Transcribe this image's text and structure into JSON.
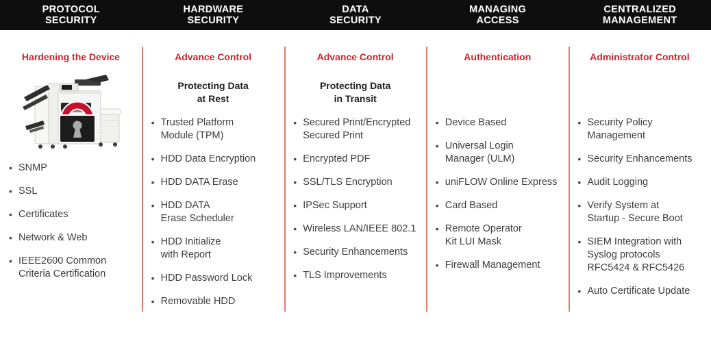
{
  "colors": {
    "header_bg": "#0e0e0e",
    "header_text": "#ffffff",
    "accent_red": "#d1232a",
    "divider": "#e37b6f",
    "body_text": "#3d3d3d",
    "subtitle_text": "#1d1d1b",
    "lock_red": "#c8102e"
  },
  "columns": [
    {
      "id": "protocol-security",
      "header_lines": [
        "PROTOCOL",
        "SECURITY"
      ],
      "title": "Hardening the Device",
      "subtitle_lines": [],
      "image": "printer-with-security-lock-icon",
      "items": [
        {
          "lines": [
            "SNMP"
          ]
        },
        {
          "lines": [
            "SSL"
          ]
        },
        {
          "lines": [
            "Certificates"
          ]
        },
        {
          "lines": [
            "Network & Web"
          ]
        },
        {
          "lines": [
            "IEEE2600 Common",
            "Criteria Certification"
          ]
        }
      ]
    },
    {
      "id": "hardware-security",
      "header_lines": [
        "HARDWARE",
        "SECURITY"
      ],
      "title": "Advance Control",
      "subtitle_lines": [
        "Protecting Data",
        "at Rest"
      ],
      "image": null,
      "items": [
        {
          "lines": [
            "Trusted Platform",
            "Module (TPM)"
          ]
        },
        {
          "lines": [
            "HDD Data Encryption"
          ]
        },
        {
          "lines": [
            "HDD DATA Erase"
          ]
        },
        {
          "lines": [
            "HDD DATA",
            "Erase Scheduler"
          ]
        },
        {
          "lines": [
            "HDD Initialize",
            "with Report"
          ]
        },
        {
          "lines": [
            "HDD Password Lock"
          ]
        },
        {
          "lines": [
            "Removable HDD"
          ]
        }
      ]
    },
    {
      "id": "data-security",
      "header_lines": [
        "DATA",
        "SECURITY"
      ],
      "title": "Advance Control",
      "subtitle_lines": [
        "Protecting Data",
        "in Transit"
      ],
      "image": null,
      "items": [
        {
          "lines": [
            "Secured Print/Encrypted",
            "Secured Print"
          ]
        },
        {
          "lines": [
            "Encrypted PDF"
          ]
        },
        {
          "lines": [
            "SSL/TLS Encryption"
          ]
        },
        {
          "lines": [
            "IPSec Support"
          ]
        },
        {
          "lines": [
            "Wireless LAN/IEEE 802.1"
          ]
        },
        {
          "lines": [
            "Security Enhancements"
          ]
        },
        {
          "lines": [
            "TLS Improvements"
          ]
        }
      ]
    },
    {
      "id": "managing-access",
      "header_lines": [
        "MANAGING",
        "ACCESS"
      ],
      "title": "Authentication",
      "subtitle_lines": [],
      "image": null,
      "items": [
        {
          "lines": [
            "Device Based"
          ]
        },
        {
          "lines": [
            "Universal Login",
            "Manager (ULM)"
          ]
        },
        {
          "lines": [
            "uniFLOW Online Express"
          ]
        },
        {
          "lines": [
            "Card Based"
          ]
        },
        {
          "lines": [
            "Remote Operator",
            "Kit LUI Mask"
          ]
        },
        {
          "lines": [
            "Firewall Management"
          ]
        }
      ]
    },
    {
      "id": "centralized-management",
      "header_lines": [
        "CENTRALIZED",
        "MANAGEMENT"
      ],
      "title": "Administrator Control",
      "subtitle_lines": [],
      "image": null,
      "items": [
        {
          "lines": [
            "Security Policy",
            "Management"
          ]
        },
        {
          "lines": [
            "Security Enhancements"
          ]
        },
        {
          "lines": [
            "Audit Logging"
          ]
        },
        {
          "lines": [
            "Verify System at",
            "Startup - Secure Boot"
          ]
        },
        {
          "lines": [
            "SIEM Integration with",
            "Syslog protocols",
            "RFC5424 & RFC5426"
          ]
        },
        {
          "lines": [
            "Auto Certificate Update"
          ]
        }
      ]
    }
  ]
}
